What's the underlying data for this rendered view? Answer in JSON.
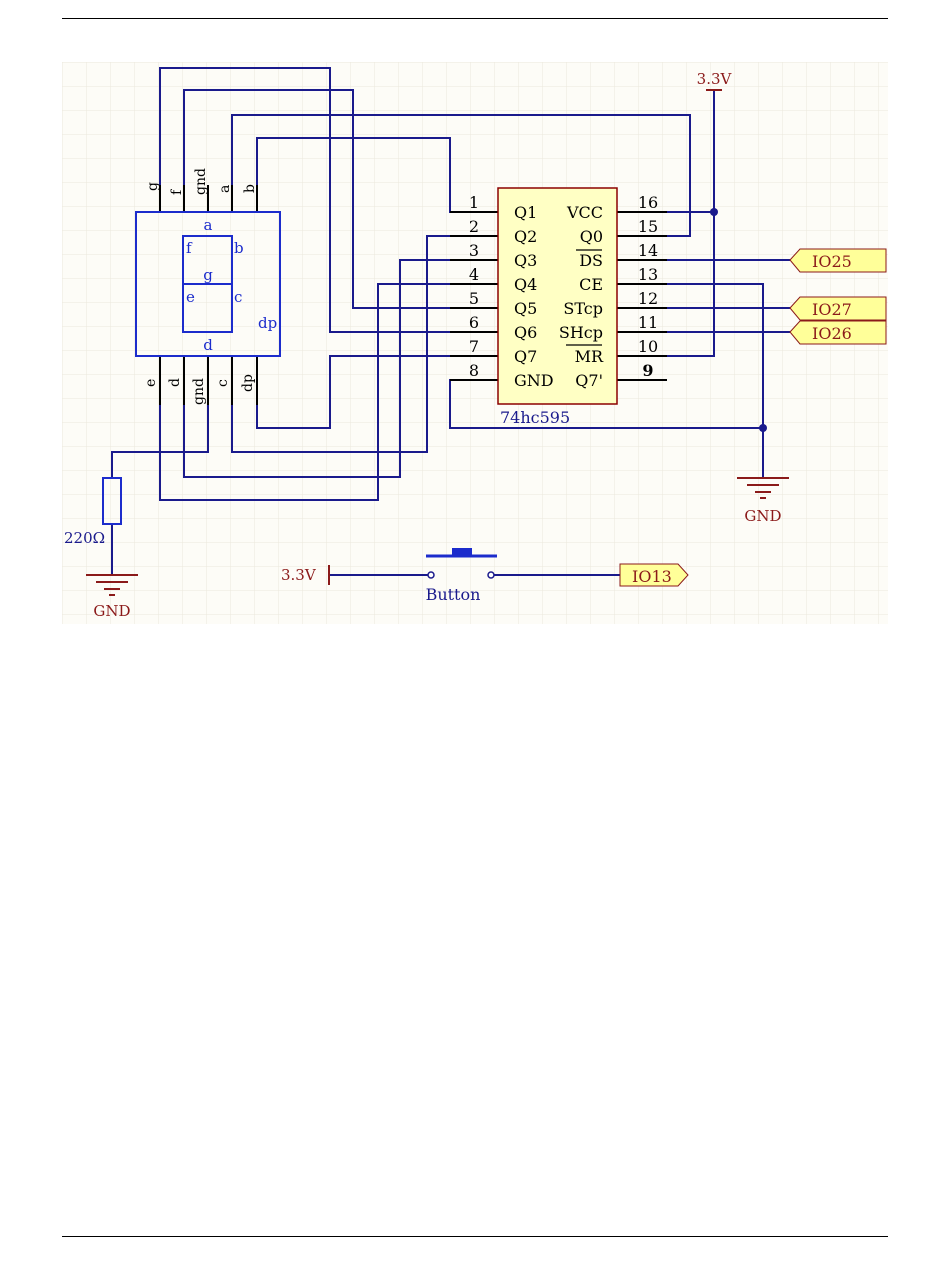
{
  "seven_segment": {
    "top_pins": [
      "g",
      "f",
      "gnd",
      "a",
      "b"
    ],
    "bottom_pins": [
      "e",
      "d",
      "gnd",
      "c",
      "dp"
    ],
    "segments": {
      "a": "a",
      "b": "b",
      "c": "c",
      "d": "d",
      "e": "e",
      "f": "f",
      "g": "g",
      "dp": "dp"
    }
  },
  "ic": {
    "part_name": "74hc595",
    "left_pin_numbers": [
      "1",
      "2",
      "3",
      "4",
      "5",
      "6",
      "7",
      "8"
    ],
    "left_pin_names": [
      "Q1",
      "Q2",
      "Q3",
      "Q4",
      "Q5",
      "Q6",
      "Q7",
      "GND"
    ],
    "right_pin_numbers": [
      "16",
      "15",
      "14",
      "13",
      "12",
      "11",
      "10",
      "9"
    ],
    "right_pin_names": [
      "VCC",
      "Q0",
      "DS",
      "CE",
      "STcp",
      "SHcp",
      "MR",
      "Q7'"
    ]
  },
  "power": {
    "vcc_top": "3.3V",
    "vcc_button": "3.3V",
    "gnd_ic": "GND",
    "gnd_resistor": "GND"
  },
  "resistor": {
    "value": "220Ω"
  },
  "button": {
    "label": "Button"
  },
  "net_labels": {
    "ds": "IO25",
    "stcp": "IO27",
    "shcp": "IO26",
    "button": "IO13"
  },
  "colors": {
    "wire": "#1a1a8c",
    "component": "#1c2ccc",
    "ic_fill": "#ffffc4",
    "ic_border": "#8b0000",
    "power": "#8b1a1a",
    "label_fill": "#ffff99",
    "grid": "#ece8dc",
    "sheet": "#fdfcf7"
  }
}
